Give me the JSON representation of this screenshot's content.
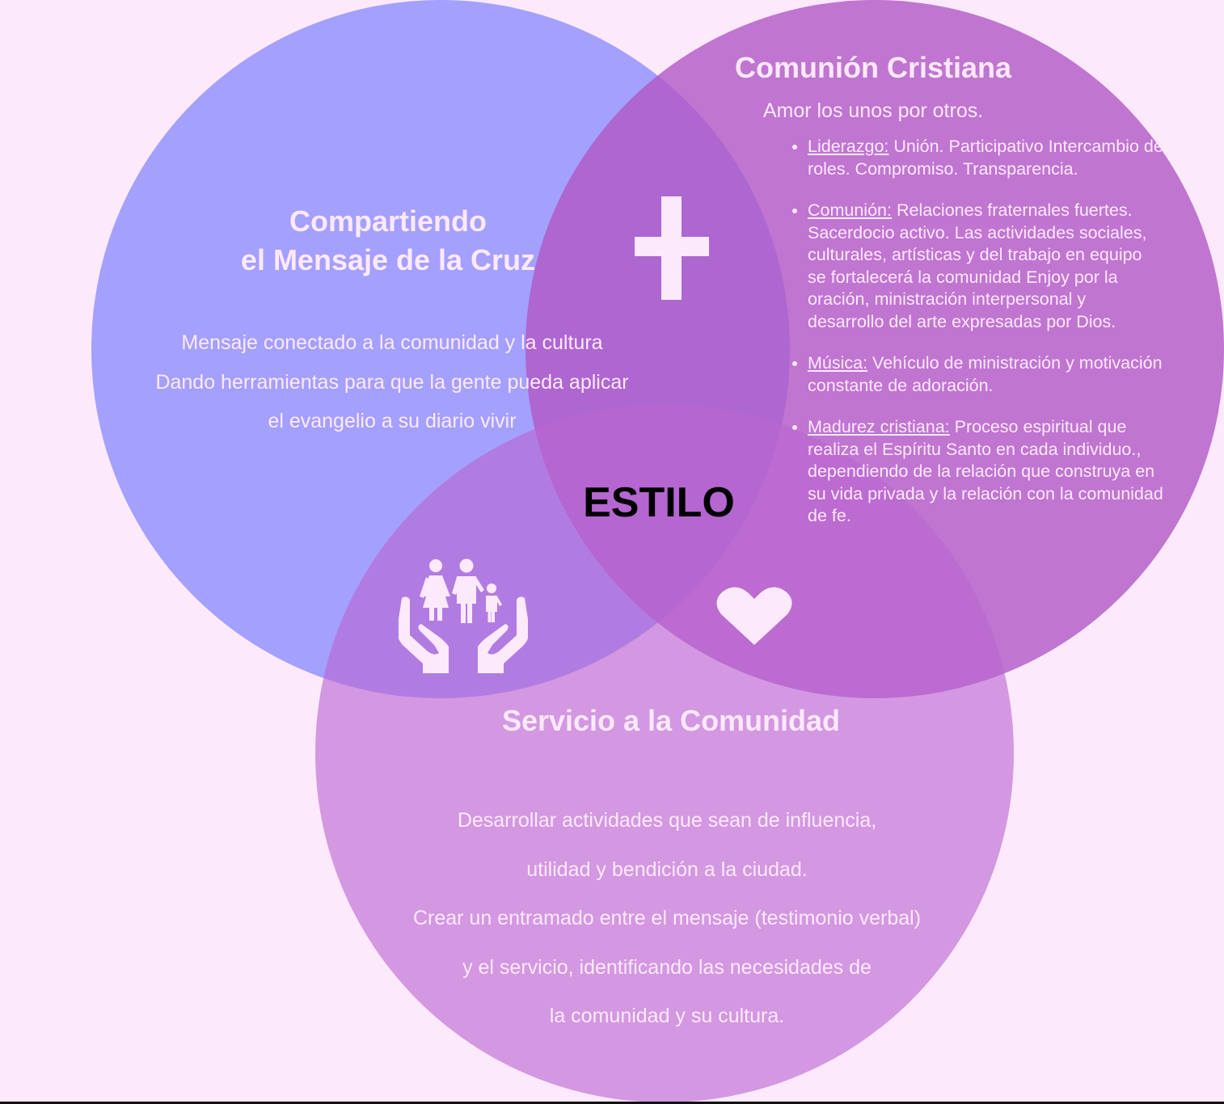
{
  "diagram": {
    "center_label": "ESTILO",
    "colors": {
      "background": "#fde9fc",
      "circle_left": "#8587ff",
      "circle_right": "#b058c6",
      "circle_bottom": "#b966d0",
      "text_light": "#fde9fc",
      "center_text": "#000000"
    },
    "circles": {
      "left": {
        "title_line1": "Compartiendo",
        "title_line2": "el Mensaje de la Cruz",
        "lines": [
          "Mensaje conectado a la comunidad y la cultura",
          "Dando herramientas para que la gente pueda aplicar",
          "el evangelio a su diario vivir"
        ],
        "icon": "cross-icon"
      },
      "right": {
        "title": "Comunión Cristiana",
        "subtitle": "Amor los unos por otros.",
        "bullets": [
          {
            "term": "Liderazgo:",
            "text": " Unión. Participativo Intercambio de roles. Compromiso. Transparencia."
          },
          {
            "term": "Comunión:",
            "text": " Relaciones fraternales fuertes. Sacerdocio activo. Las actividades sociales, culturales, artísticas y del trabajo en equipo se fortalecerá la comunidad Enjoy por la oración, ministración interpersonal y desarrollo del arte expresadas por Dios."
          },
          {
            "term": "Música:",
            "text": " Vehículo de ministración y motivación constante de adoración."
          },
          {
            "term": "Madurez cristiana:",
            "text": " Proceso espiritual que realiza el Espíritu Santo en cada individuo., dependiendo de la relación que construya en su vida privada y la relación con la comunidad de fe."
          }
        ],
        "icon": "heart-icon"
      },
      "bottom": {
        "title": "Servicio a la Comunidad",
        "lines": [
          "Desarrollar actividades que sean de influencia,",
          "utilidad y bendición a la ciudad.",
          "Crear un entramado entre el mensaje (testimonio verbal)",
          "y el servicio, identificando las necesidades de",
          "la comunidad y su cultura."
        ],
        "icon": "family-hands-icon"
      }
    }
  }
}
